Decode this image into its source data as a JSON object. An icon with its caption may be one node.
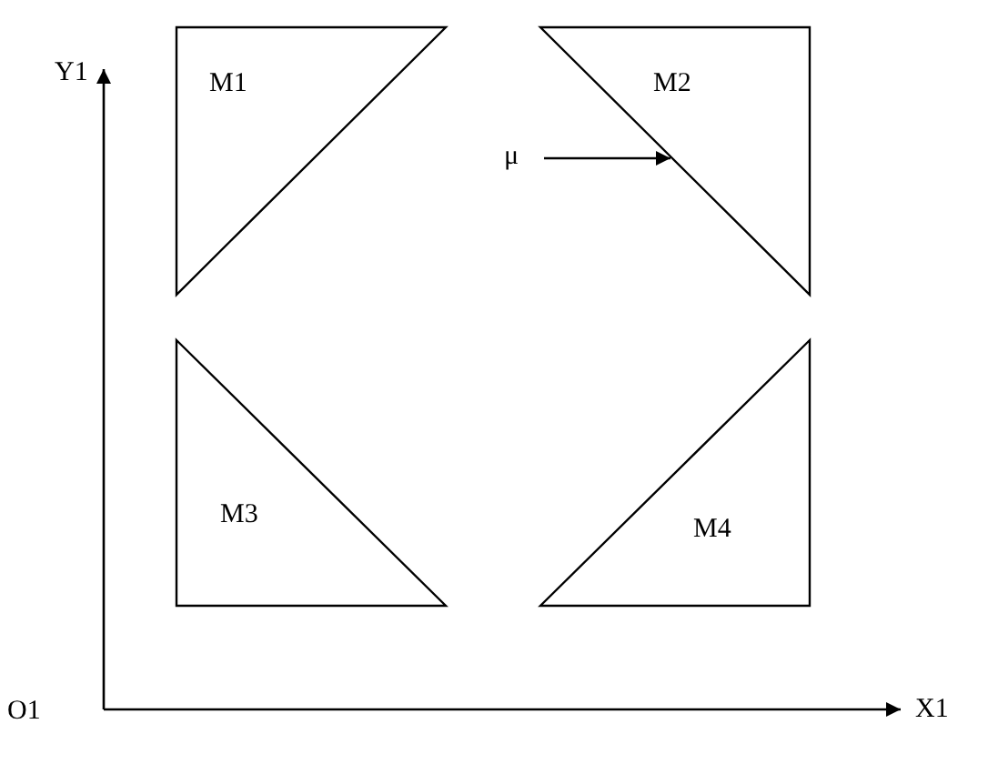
{
  "diagram": {
    "nodes": [
      {
        "text": [
          "M1"
        ]
      },
      {
        "text": [
          "M2"
        ]
      },
      {
        "text": [
          "M3"
        ]
      },
      {
        "text": [
          "M4"
        ]
      },
      {
        "text": [
          "μ"
        ]
      }
    ],
    "edges": [
      {
        "from": 4,
        "to": 1,
        "arrow": "to"
      }
    ],
    "labels": [
      "Y1",
      "O1",
      "X1"
    ]
  }
}
